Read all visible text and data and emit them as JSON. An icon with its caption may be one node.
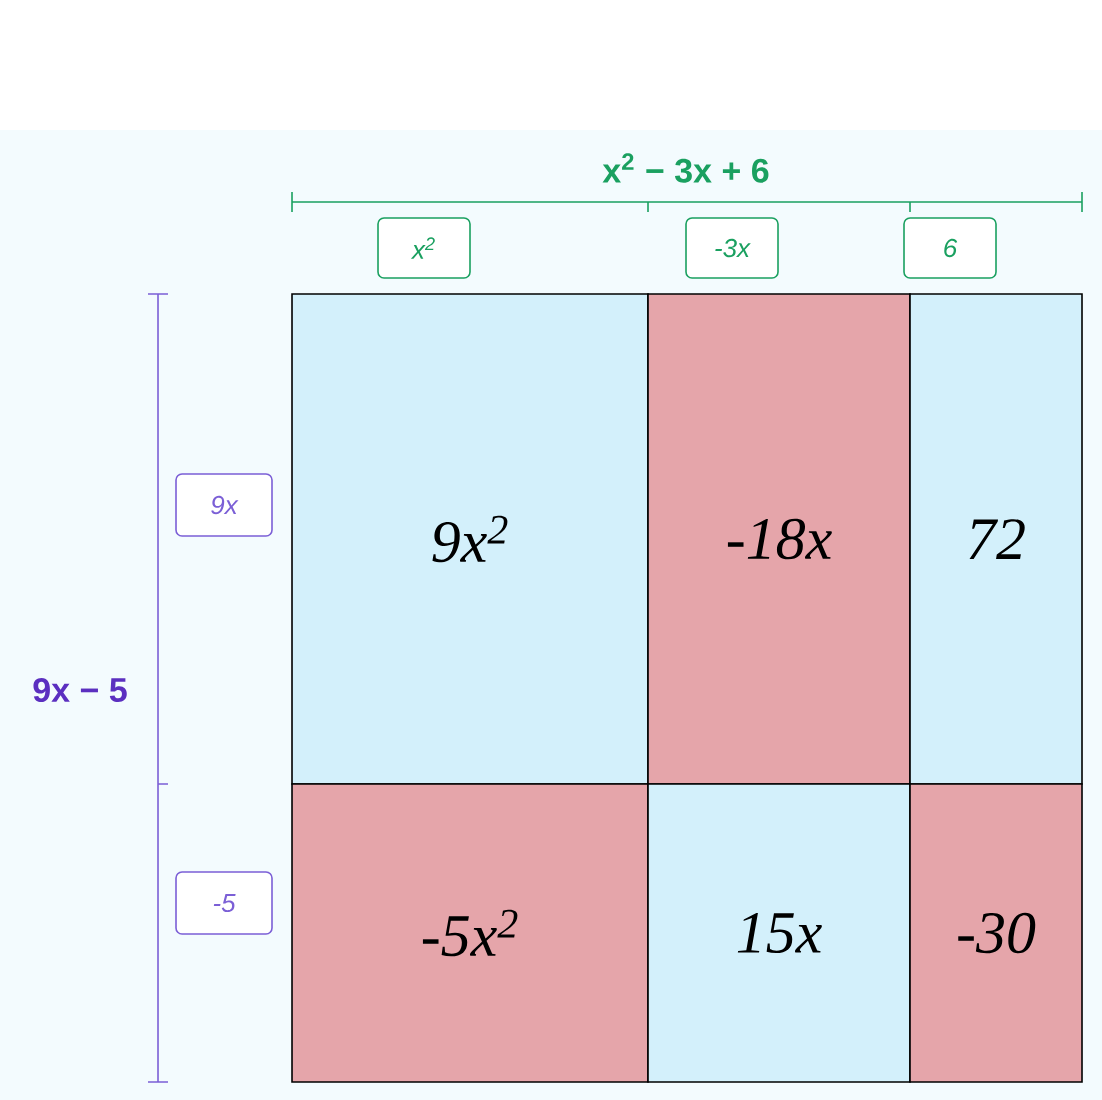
{
  "diagram": {
    "nodes": [
      {
        "text": [
          "x$^{2}$"
        ]
      },
      {
        "text": [
          "-3x"
        ]
      },
      {
        "text": [
          "6"
        ]
      },
      {
        "text": [
          "9x"
        ]
      },
      {
        "text": [
          "-5"
        ]
      },
      {
        "text": [
          "9x$^{2}$"
        ]
      },
      {
        "text": [
          "-18x"
        ]
      },
      {
        "text": [
          "72"
        ]
      },
      {
        "text": [
          "-5x$^{2}$"
        ]
      },
      {
        "text": [
          "15x"
        ]
      },
      {
        "text": [
          "-30"
        ]
      }
    ],
    "edges": [],
    "labels": [
      "x$^{2}$ − 3x + 6",
      "9x − 5"
    ]
  }
}
